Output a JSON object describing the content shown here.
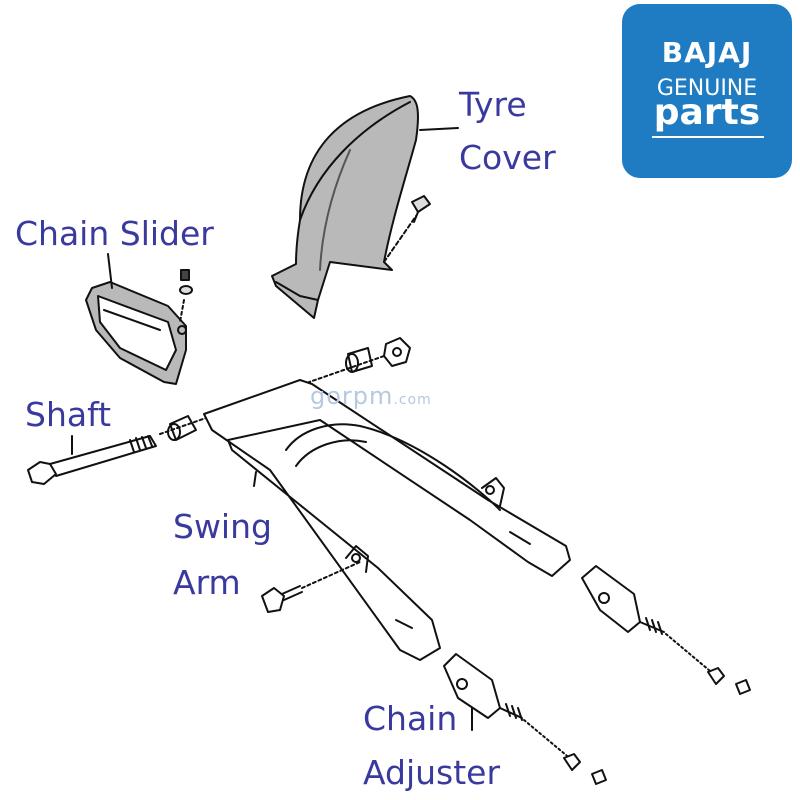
{
  "labels": {
    "tyre_cover": [
      "Tyre",
      "Cover"
    ],
    "chain_slider": "Chain Slider",
    "shaft": "Shaft",
    "swing_arm": [
      "Swing",
      "Arm"
    ],
    "chain_adjuster": [
      "Chain",
      "Adjuster"
    ]
  },
  "badge": {
    "brand": "BAJAJ",
    "line1": "GENUINE",
    "line2": "parts",
    "color": "#1f7cc2"
  },
  "watermark": {
    "text": "gorpm",
    "suffix": ".com"
  },
  "colors": {
    "label": "#3a3a9e",
    "line_art": "#111111",
    "part_fill": "#b9b9b9"
  }
}
